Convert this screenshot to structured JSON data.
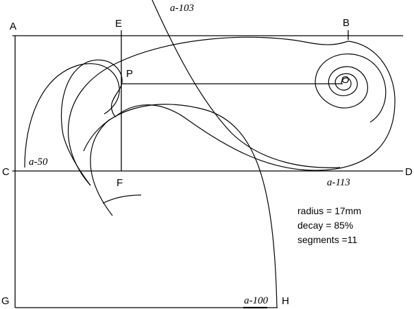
{
  "points": {
    "a": "A",
    "b": "B",
    "c": "C",
    "d": "D",
    "e": "E",
    "f": "F",
    "g": "G",
    "h": "H",
    "o": "O",
    "p": "P"
  },
  "arc_labels": {
    "a50": "a-50",
    "a100": "a-100",
    "a103": "a-103",
    "a113": "a-113"
  },
  "parameters": {
    "radius": "radius = 17mm",
    "decay": "decay =  85%",
    "segments": "segments =11"
  }
}
